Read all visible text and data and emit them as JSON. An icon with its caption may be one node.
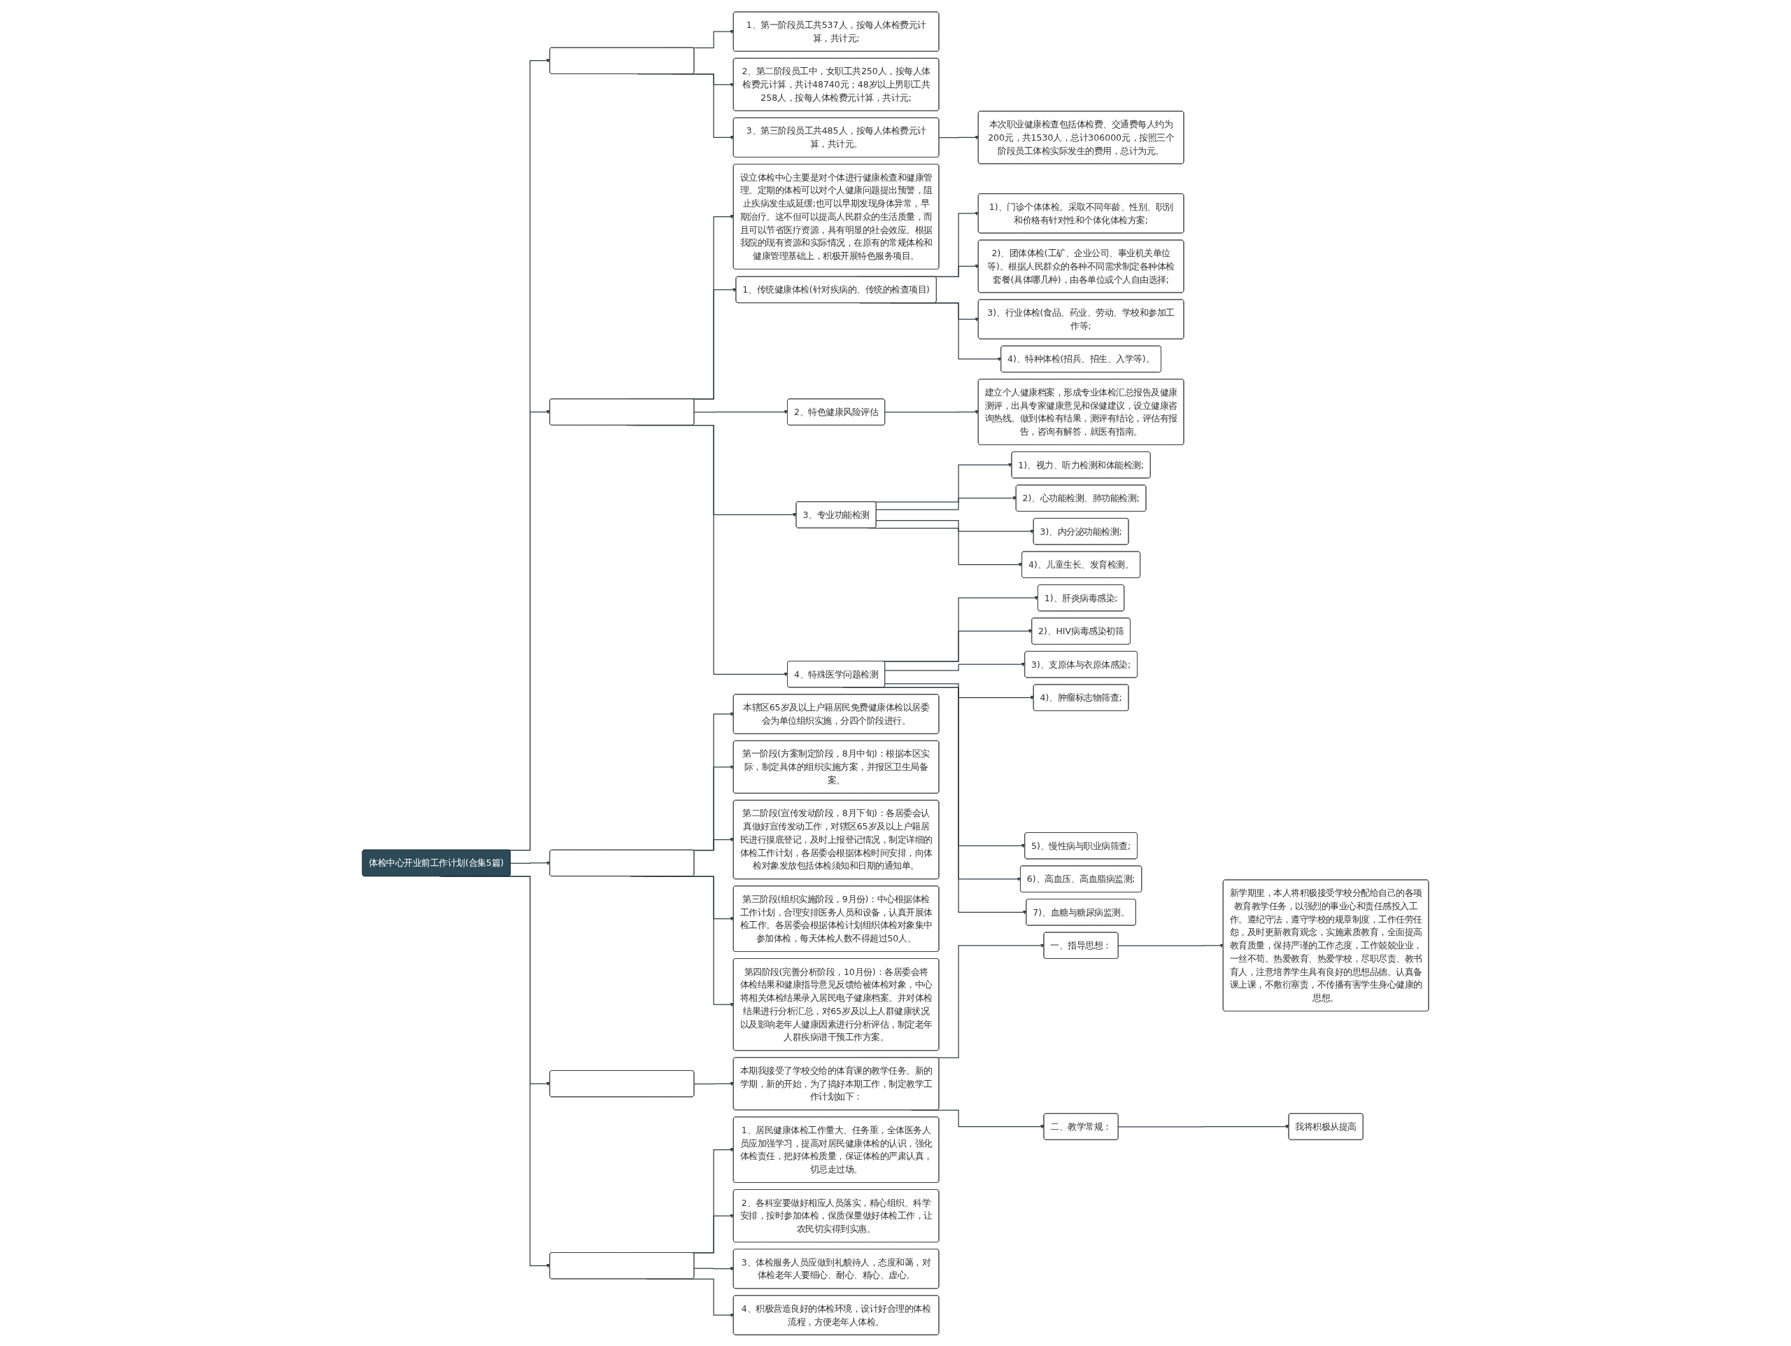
{
  "diagram": {
    "nodes": [
      {
        "text": [
          "体检中心开业前工作计划(合集5篇)"
        ]
      },
      {
        "text": [],
        "shape": "box"
      },
      {
        "text": [
          "1、第一阶段员工共537人，按每人体检费元计算，共计元;"
        ]
      },
      {
        "text": [
          "2、第二阶段员工中，女职工共250人，按每人体检费元计算，共计48740元；48岁以上男职工共258人，按每人体检费元计算，共计元;"
        ]
      },
      {
        "text": [
          "3、第三阶段员工共485人，按每人体检费元计算，共计元。"
        ]
      },
      {
        "text": [
          "本次职业健康检查包括体检费、交通费每人约为200元，共1530人，总计306000元，按照三个阶段员工体检实际发生的费用，总计为元。"
        ]
      },
      {
        "text": [],
        "shape": "box"
      },
      {
        "text": [
          "设立体检中心主要是对个体进行健康检查和健康管理。定期的体检可以对个人健康问题提出预警，阻止疾病发生或延缓;也可以早期发现身体异常，早期治疗。这不但可以提高人民群众的生活质量，而且可以节省医疗资源，具有明显的社会效应。根据我院的现有资源和实际情况，在原有的常规体检和健康管理基础上，积极开展特色服务项目。"
        ]
      },
      {
        "text": [
          "1、传统健康体检(针对疾病的、传统的检查项目)"
        ]
      },
      {
        "text": [
          "1)、门诊个体体检。采取不同年龄、性别、职别和价格有针对性和个体化体检方案;"
        ]
      },
      {
        "text": [
          "2)、团体体检(工矿、企业公司、事业机关单位等)。根据人民群众的各种不同需求制定各种体检套餐(具体哪几种)，由各单位或个人自由选择;"
        ]
      },
      {
        "text": [
          "3)、行业体检(食品、药业、劳动、学校和参加工作等;"
        ]
      },
      {
        "text": [
          "4)、特种体检(招兵、招生、入学等)。"
        ]
      },
      {
        "text": [
          "2、特色健康风险评估"
        ]
      },
      {
        "text": [
          "建立个人健康档案，形成专业体检汇总报告及健康测评，出具专家健康意见和保健建议，设立健康咨询热线。做到体检有结果，测评有结论，评估有报告，咨询有解答，就医有指南。"
        ]
      },
      {
        "text": [
          "3、专业功能检测"
        ]
      },
      {
        "text": [
          "1)、视力、听力检测和体能检测;"
        ]
      },
      {
        "text": [
          "2)、心功能检测、肺功能检测;"
        ]
      },
      {
        "text": [
          "3)、内分泌功能检测;"
        ]
      },
      {
        "text": [
          "4)、儿童生长、发育检测。"
        ]
      },
      {
        "text": [
          "4、特殊医学问题检测"
        ]
      },
      {
        "text": [
          "1)、肝炎病毒感染;"
        ]
      },
      {
        "text": [
          "2)、HIV病毒感染初筛"
        ]
      },
      {
        "text": [
          "3)、支原体与衣原体感染;"
        ]
      },
      {
        "text": [
          "4)、肿瘤标志物筛查;"
        ]
      },
      {
        "text": [
          "5)、慢性病与职业病筛查;"
        ]
      },
      {
        "text": [
          "6)、高血压、高血脂病监测;"
        ]
      },
      {
        "text": [
          "7)、血糖与糖尿病监测。"
        ]
      },
      {
        "text": [],
        "shape": "box"
      },
      {
        "text": [
          "本辖区65岁及以上户籍居民免费健康体检以居委会为单位组织实施，分四个阶段进行。"
        ]
      },
      {
        "text": [
          "第一阶段(方案制定阶段，8月中旬)：根据本区实际，制定具体的组织实施方案，并报区卫生局备案。"
        ]
      },
      {
        "text": [
          "第二阶段(宣传发动阶段，8月下旬)：各居委会认真做好宣传发动工作，对辖区65岁及以上户籍居民进行摸底登记，及时上报登记情况，制定详细的体检工作计划，各居委会根据体检时间安排，向体检对象发放包括体检须知和日期的通知单。"
        ]
      },
      {
        "text": [
          "第三阶段(组织实施阶段，9月份)：中心根据体检工作计划，合理安排医务人员和设备，认真开展体检工作。各居委会根据体检计划组织体检对象集中参加体检，每天体检人数不得超过50人。"
        ]
      },
      {
        "text": [
          "第四阶段(完善分析阶段，10月份)：各居委会将体检结果和健康指导意见反馈给被体检对象，中心将相关体检结果录入居民电子健康档案。并对体检结果进行分析汇总，对65岁及以上人群健康状况以及影响老年人健康因素进行分析评估，制定老年人群疾病谱干预工作方案。"
        ]
      },
      {
        "text": [],
        "shape": "box"
      },
      {
        "text": [
          "本期我接受了学校交给的体育课的教学任务。新的学期，新的开始，为了搞好本期工作，制定教学工作计划如下："
        ]
      },
      {
        "text": [
          "一、指导思想："
        ]
      },
      {
        "text": [
          "新学期里，本人将积极接受学校分配给自己的各项教育教学任务，以强烈的事业心和责任感投入工作。遵纪守法，遵守学校的规章制度，工作任劳任怨，及时更新教育观念，实施素质教育，全面提高教育质量，保持严谨的工作态度，工作兢兢业业，一丝不苟。热爱教育、热爱学校，尽职尽责、教书育人，注意培养学生具有良好的思想品德。认真备课上课，不敷衍塞责，不传播有害学生身心健康的思想。"
        ]
      },
      {
        "text": [
          "二、教学常规："
        ]
      },
      {
        "text": [
          "我将积极从提高"
        ]
      },
      {
        "text": [],
        "shape": "box"
      },
      {
        "text": [
          "1、居民健康体检工作量大、任务重，全体医务人员应加强学习，提高对居民健康体检的认识，强化体检责任，把好体检质量，保证体检的严肃认真，切忌走过场。"
        ]
      },
      {
        "text": [
          "2、各科室要做好相应人员落实，精心组织、科学安排，按时参加体检，保质保量做好体检工作，让农民切实得到实惠。"
        ]
      },
      {
        "text": [
          "3、体检服务人员应做到礼貌待人，态度和蔼，对体检老年人要细心、耐心、精心、虚心。"
        ]
      },
      {
        "text": [
          "4、积极营造良好的体检环境，设计好合理的体检流程，方便老年人体检。"
        ]
      }
    ],
    "edges": [
      {
        "from": 0,
        "to": 1,
        "arrow": "to"
      },
      {
        "from": 1,
        "to": 2,
        "arrow": "to"
      },
      {
        "from": 1,
        "to": 3,
        "arrow": "to"
      },
      {
        "from": 1,
        "to": 4,
        "arrow": "to"
      },
      {
        "from": 4,
        "to": 5,
        "arrow": "to"
      },
      {
        "from": 0,
        "to": 6,
        "arrow": "to"
      },
      {
        "from": 6,
        "to": 7,
        "arrow": "to"
      },
      {
        "from": 6,
        "to": 8,
        "arrow": "to"
      },
      {
        "from": 8,
        "to": 9,
        "arrow": "to"
      },
      {
        "from": 8,
        "to": 10,
        "arrow": "to"
      },
      {
        "from": 8,
        "to": 11,
        "arrow": "to"
      },
      {
        "from": 8,
        "to": 12,
        "arrow": "to"
      },
      {
        "from": 6,
        "to": 13,
        "arrow": "to"
      },
      {
        "from": 13,
        "to": 14,
        "arrow": "to"
      },
      {
        "from": 6,
        "to": 15,
        "arrow": "to"
      },
      {
        "from": 15,
        "to": 16,
        "arrow": "to"
      },
      {
        "from": 15,
        "to": 17,
        "arrow": "to"
      },
      {
        "from": 15,
        "to": 18,
        "arrow": "to"
      },
      {
        "from": 15,
        "to": 19,
        "arrow": "to"
      },
      {
        "from": 6,
        "to": 20,
        "arrow": "to"
      },
      {
        "from": 20,
        "to": 21,
        "arrow": "to"
      },
      {
        "from": 20,
        "to": 22,
        "arrow": "to"
      },
      {
        "from": 20,
        "to": 23,
        "arrow": "to"
      },
      {
        "from": 20,
        "to": 24,
        "arrow": "to"
      },
      {
        "from": 20,
        "to": 25,
        "arrow": "to"
      },
      {
        "from": 20,
        "to": 26,
        "arrow": "to"
      },
      {
        "from": 20,
        "to": 27,
        "arrow": "to"
      },
      {
        "from": 0,
        "to": 28,
        "arrow": "to"
      },
      {
        "from": 28,
        "to": 29,
        "arrow": "to"
      },
      {
        "from": 28,
        "to": 30,
        "arrow": "to"
      },
      {
        "from": 28,
        "to": 31,
        "arrow": "to"
      },
      {
        "from": 28,
        "to": 32,
        "arrow": "to"
      },
      {
        "from": 28,
        "to": 33,
        "arrow": "to"
      },
      {
        "from": 0,
        "to": 34,
        "arrow": "to"
      },
      {
        "from": 34,
        "to": 35,
        "arrow": "to"
      },
      {
        "from": 35,
        "to": 36,
        "arrow": "to"
      },
      {
        "from": 36,
        "to": 37,
        "arrow": "to"
      },
      {
        "from": 35,
        "to": 38,
        "arrow": "to"
      },
      {
        "from": 38,
        "to": 39,
        "arrow": "to"
      },
      {
        "from": 0,
        "to": 40,
        "arrow": "to"
      },
      {
        "from": 40,
        "to": 41,
        "arrow": "to"
      },
      {
        "from": 40,
        "to": 42,
        "arrow": "to"
      },
      {
        "from": 40,
        "to": 43,
        "arrow": "to"
      },
      {
        "from": 40,
        "to": 44,
        "arrow": "to"
      }
    ]
  }
}
